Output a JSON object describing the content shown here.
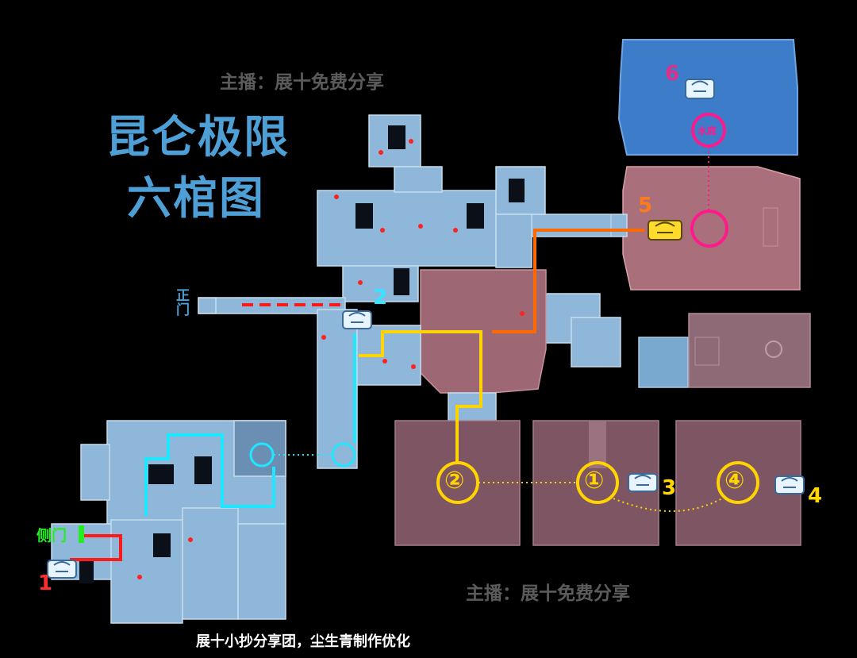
{
  "title": {
    "line1": "昆仑极限",
    "line2": "六棺图"
  },
  "watermarks": [
    "主播：展十免费分享",
    "主播：展十免费分享"
  ],
  "credit": "展十小抄分享团，尘生青制作优化",
  "entrances": {
    "main_gate": "正门",
    "side_gate": "侧门"
  },
  "coffins": [
    {
      "number": "1",
      "color": "#ff2d2d"
    },
    {
      "number": "2",
      "color": "#33e6ff"
    },
    {
      "number": "3",
      "color": "#ffd700"
    },
    {
      "number": "4",
      "color": "#ffd700"
    },
    {
      "number": "5",
      "color": "#ff7a1a"
    },
    {
      "number": "6",
      "color": "#e0308a"
    }
  ],
  "circle_markers": [
    "②",
    "①",
    "④"
  ],
  "water_marker": "水底",
  "colors": {
    "room_blue": "#8fb7d9",
    "room_pink": "#8a5d6b",
    "route_red": "#ff1a1a",
    "route_cyan": "#1ee8ff",
    "route_yellow": "#ffd400",
    "route_orange": "#ff6a00",
    "marker_magenta": "#ff1a8c"
  }
}
